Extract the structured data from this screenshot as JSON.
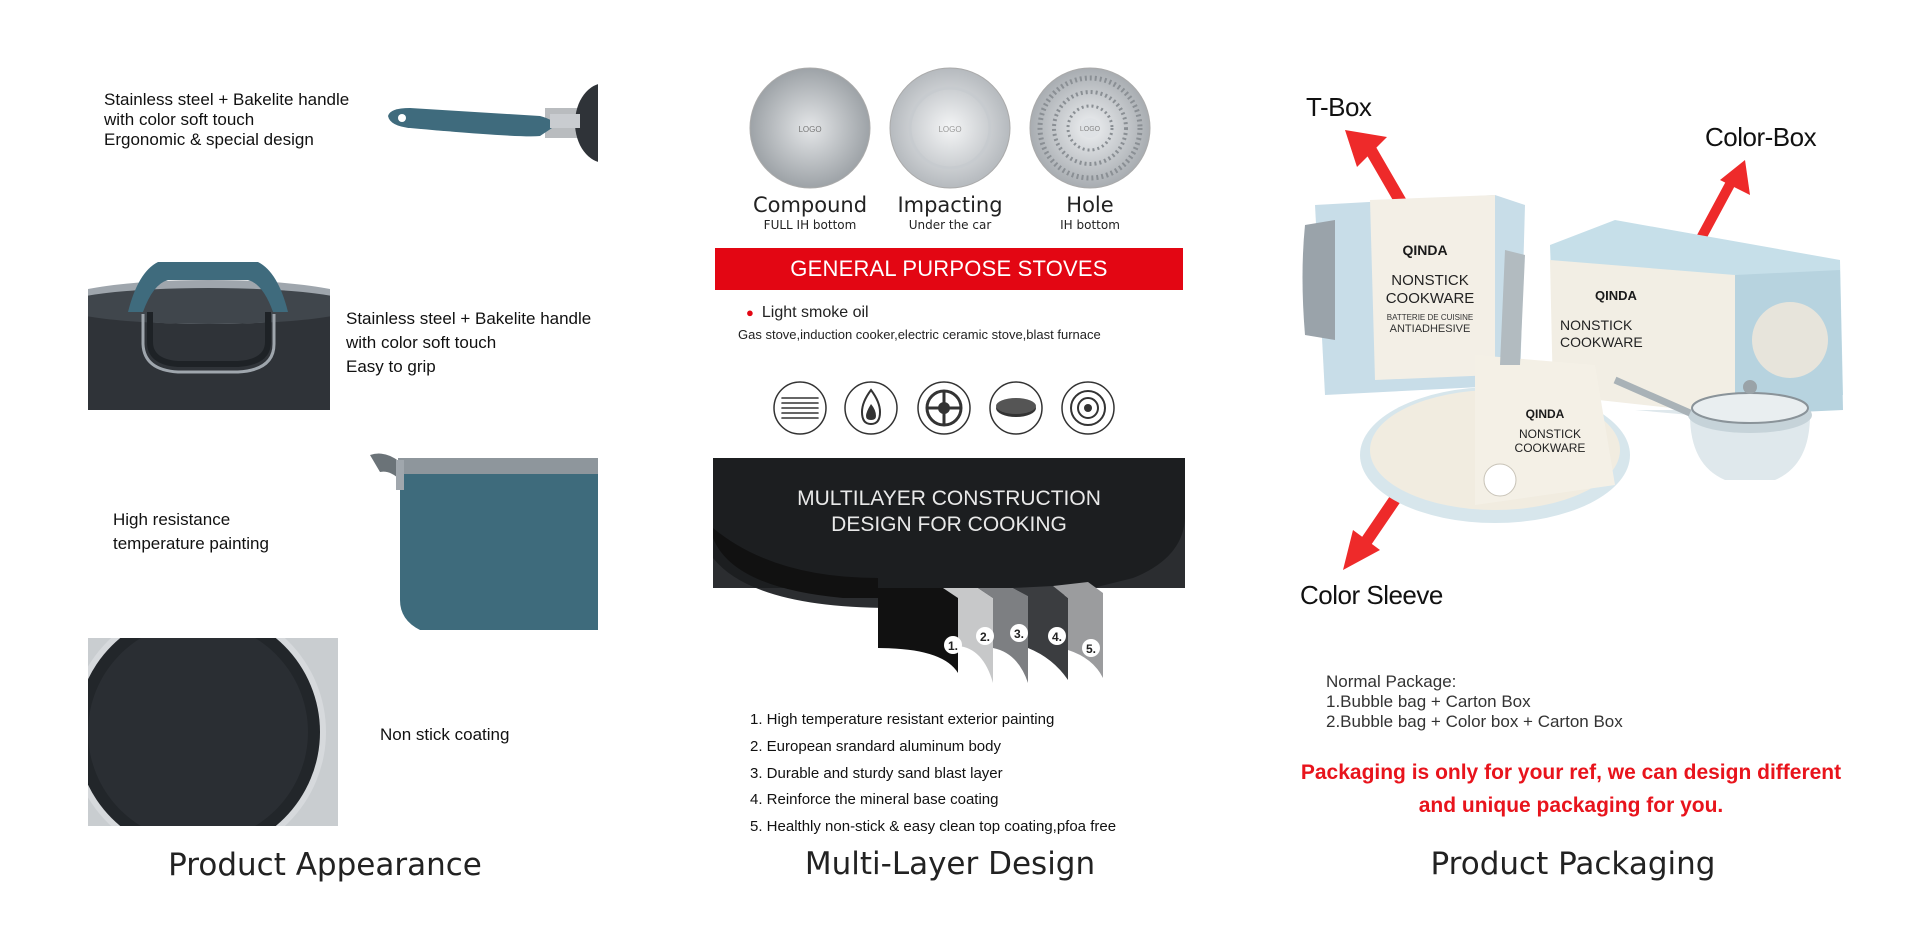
{
  "appearance": {
    "caption": "Product Appearance",
    "features": [
      {
        "text": "Stainless steel + Bakelite handle\nwith color soft touch\nErgonomic & special design"
      },
      {
        "text": "Stainless steel + Bakelite handle\nwith color soft touch\nEasy to grip"
      },
      {
        "text": "High resistance\ntemperature painting"
      },
      {
        "text": "Non stick coating"
      }
    ]
  },
  "multilayer": {
    "caption": "Multi-Layer Design",
    "bottoms": [
      {
        "title": "Compound",
        "subtitle": "FULL IH bottom",
        "logo": "LOGO"
      },
      {
        "title": "Impacting",
        "subtitle": "Under the car",
        "logo": "LOGO"
      },
      {
        "title": "Hole",
        "subtitle": "IH bottom",
        "logo": "LOGO"
      }
    ],
    "banner": "GENERAL PURPOSE STOVES",
    "oil_note": "Light smoke oil",
    "stoves_note": "Gas stove,induction cooker,electric ceramic stove,blast furnace",
    "stove_icons": [
      "electric-coil-icon",
      "flame-icon",
      "gas-burner-icon",
      "ceramic-plate-icon",
      "induction-icon"
    ],
    "construction_title": [
      "MULTILAYER CONSTRUCTION",
      "DESIGN FOR COOKING"
    ],
    "layer_numbers": [
      "1.",
      "2.",
      "3.",
      "4.",
      "5."
    ],
    "layers": [
      "1. High temperature resistant exterior painting",
      "2. European srandard aluminum body",
      "3. Durable and sturdy sand blast layer",
      "4. Reinforce the mineral base coating",
      "5. Healthly non-stick & easy clean top coating,pfoa free"
    ]
  },
  "packaging": {
    "caption": "Product Packaging",
    "labels": {
      "tbox": "T-Box",
      "colorbox": "Color-Box",
      "sleeve": "Color Sleeve"
    },
    "brand": "QINDA",
    "box_text": {
      "line1": "NONSTICK",
      "line2": "COOKWARE",
      "line3": "BATTERIE DE CUISINE",
      "line4": "ANTIADHESIVE"
    },
    "notes": {
      "heading": "Normal Package:",
      "line1": "1.Bubble bag + Carton Box",
      "line2": "2.Bubble bag + Color box + Carton Box"
    },
    "disclaimer": "Packaging is only for your ref, we can design different and unique packaging for you.",
    "colors": {
      "accent_red": "#e30613",
      "arrow_red": "#ee2a2a",
      "pan_teal": "#3d6a7c"
    }
  }
}
